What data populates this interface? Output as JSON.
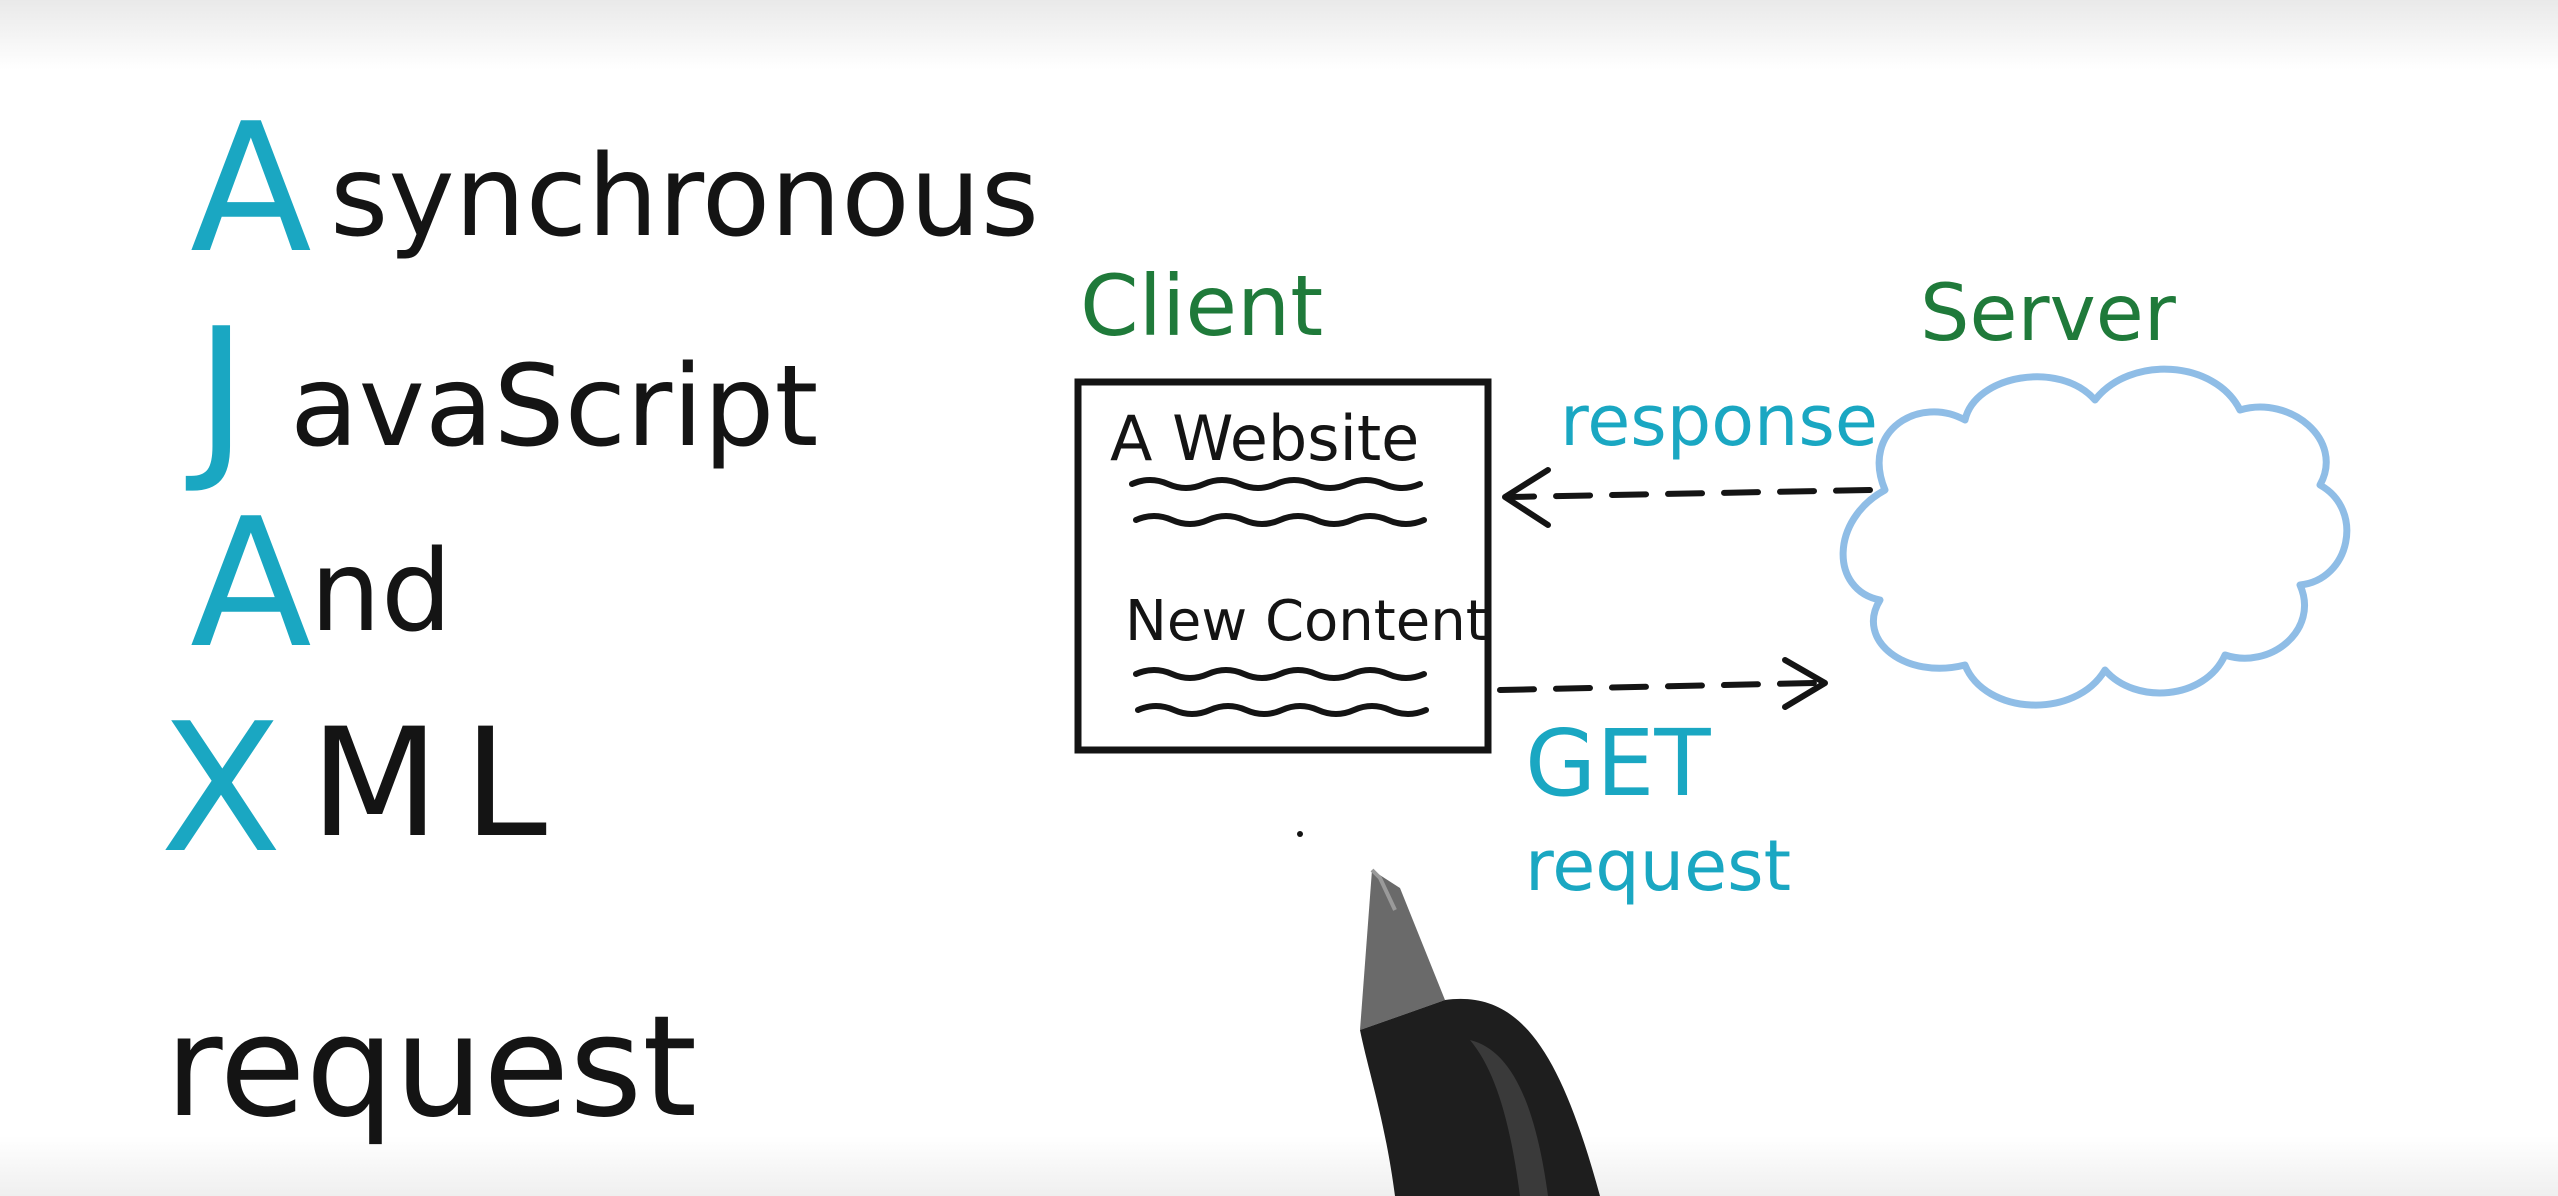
{
  "colors": {
    "ink": "#141414",
    "accent_cyan": "#1aa7c2",
    "client_green": "#1f7a3a",
    "cloud_blue": "#8fbde6"
  },
  "acronym": {
    "lines": [
      {
        "initial": "A",
        "rest": "synchronous"
      },
      {
        "initial": "J",
        "rest": "avaScript"
      },
      {
        "initial": "A",
        "rest": "nd"
      },
      {
        "initial": "X",
        "rest": "ML"
      }
    ],
    "footer_word": "request"
  },
  "diagram": {
    "client_label": "Client",
    "server_label": "Server",
    "website_title": "A Website",
    "new_content_label": "New Content",
    "response_label": "response",
    "get_label": "GET",
    "request_label": "request"
  },
  "icons": {
    "pen": "pen-icon",
    "cloud": "cloud-icon"
  }
}
